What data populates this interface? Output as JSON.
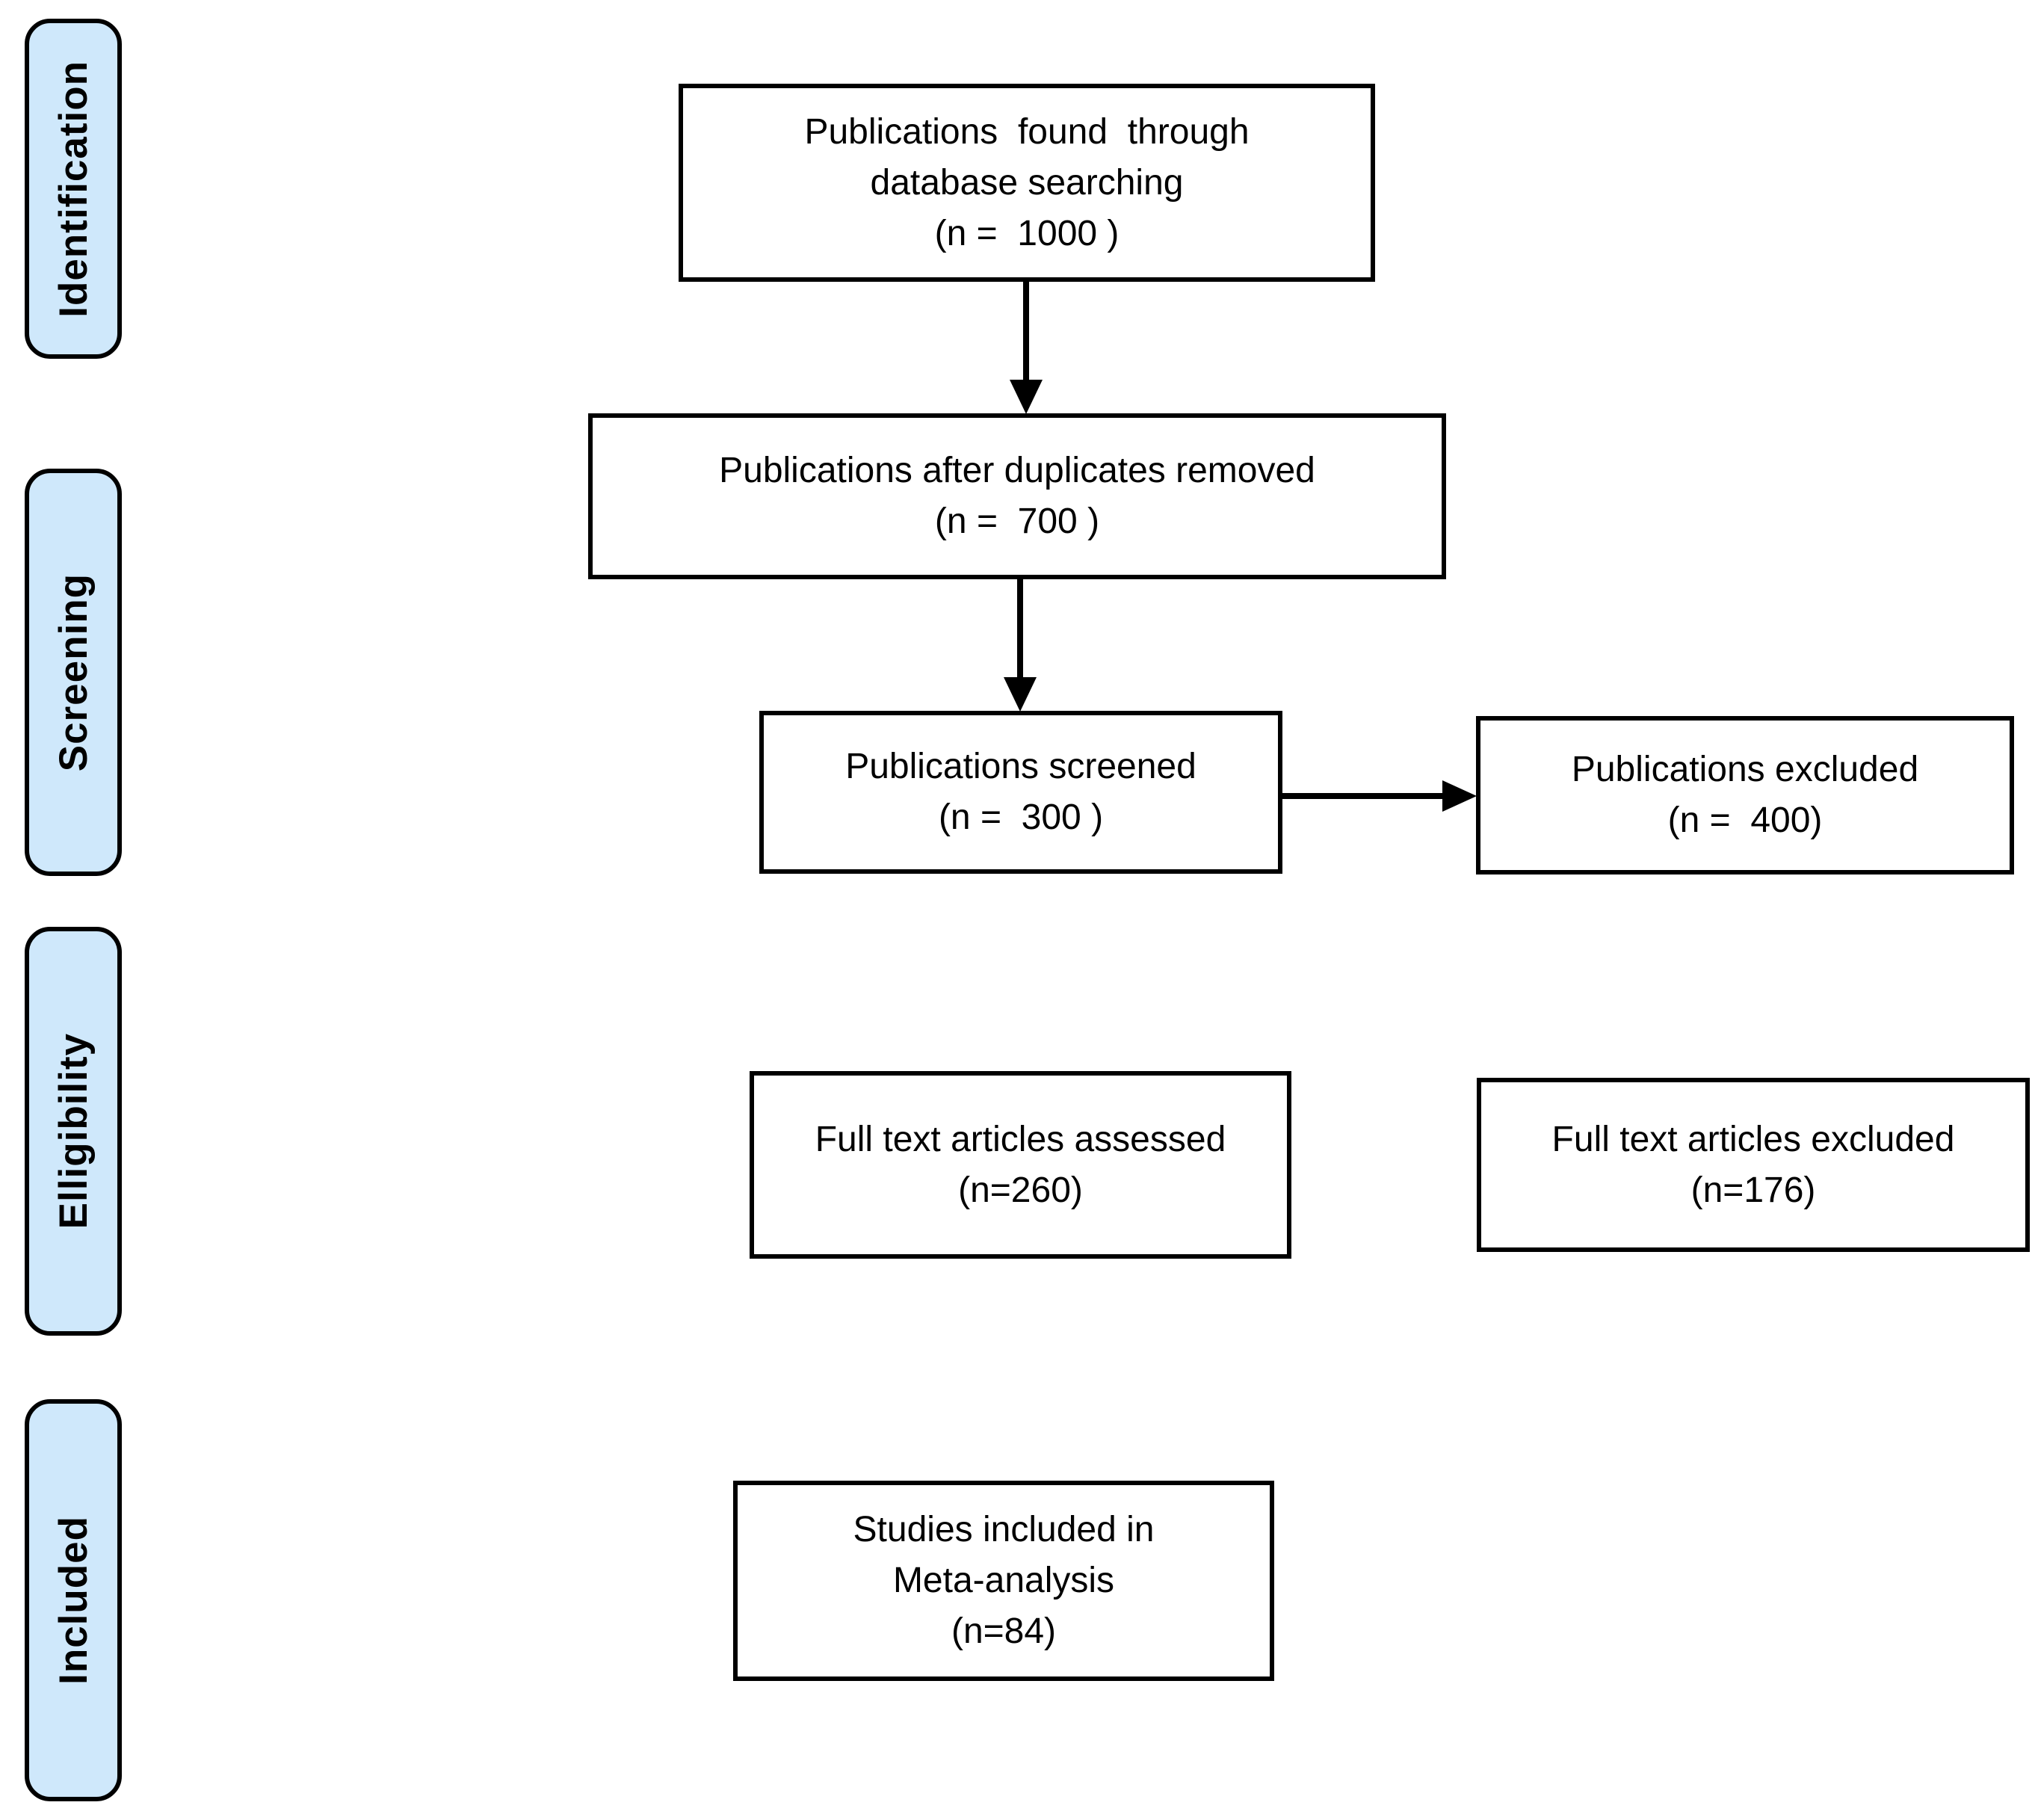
{
  "diagram_title": "",
  "colors": {
    "stage_fill": "#cfe8fb",
    "stage_border": "#000000",
    "box_fill": "#ffffff",
    "box_border": "#000000",
    "arrow": "#000000",
    "text": "#000000"
  },
  "stages": [
    {
      "id": "identification",
      "label": "Identification"
    },
    {
      "id": "screening",
      "label": "Screening"
    },
    {
      "id": "elligibility",
      "label": "Elligibility"
    },
    {
      "id": "included",
      "label": "Included"
    }
  ],
  "boxes": [
    {
      "id": "publications-found",
      "n": 1000,
      "lines": [
        "Publications  found  through",
        "database searching",
        "(n =  1000 )"
      ]
    },
    {
      "id": "duplicates-removed",
      "n": 700,
      "lines": [
        "Publications after duplicates removed",
        "(n =  700 )"
      ]
    },
    {
      "id": "publications-screened",
      "n": 300,
      "lines": [
        "Publications screened",
        "(n =  300 )"
      ]
    },
    {
      "id": "publications-excluded",
      "n": 400,
      "lines": [
        "Publications excluded",
        "(n =  400)"
      ]
    },
    {
      "id": "fulltext-assessed",
      "n": 260,
      "lines": [
        "Full text articles assessed",
        "(n=260)"
      ]
    },
    {
      "id": "fulltext-excluded",
      "n": 176,
      "lines": [
        "Full text articles excluded",
        "(n=176)"
      ]
    },
    {
      "id": "studies-included",
      "n": 84,
      "lines": [
        "Studies included in",
        "Meta-analysis",
        "(n=84)"
      ]
    }
  ],
  "arrows": [
    {
      "id": "found-to-duplicates",
      "direction": "down"
    },
    {
      "id": "duplicates-to-screened",
      "direction": "down"
    },
    {
      "id": "screened-to-excluded",
      "direction": "right"
    }
  ]
}
